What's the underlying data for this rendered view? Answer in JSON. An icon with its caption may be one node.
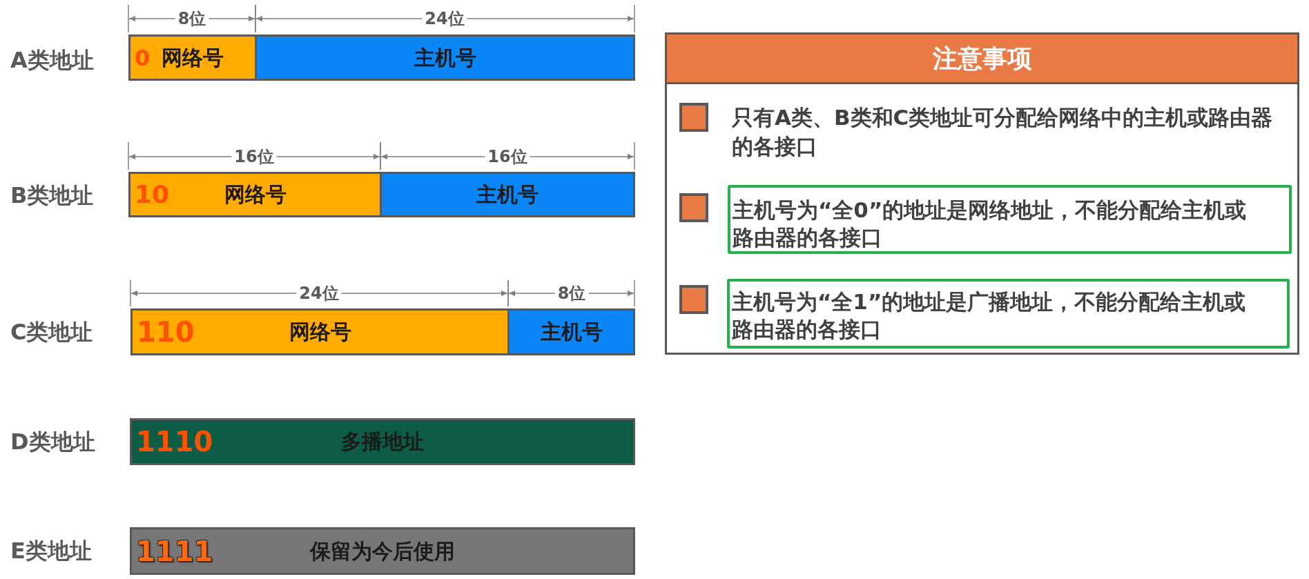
{
  "diagram": {
    "nodes": [
      {
        "text": [
          "0",
          "网络号"
        ]
      },
      {
        "text": [
          "主机号"
        ]
      },
      {
        "text": [
          "10",
          "网络号"
        ]
      },
      {
        "text": [
          "主机号"
        ]
      },
      {
        "text": [
          "110",
          "网络号"
        ]
      },
      {
        "text": [
          "主机号"
        ]
      },
      {
        "text": [
          "1110",
          "多播地址"
        ]
      },
      {
        "text": [
          "1111",
          "保留为今后使用"
        ]
      },
      {
        "text": [
          "注意事项",
          "只有A类、B类和C类地址可分配给网络中的主机或路由器的各接口"
        ]
      },
      {
        "text": [
          "主机号为“全0”的地址是网络地址，不能分配给主机或路由器的各接口"
        ],
        "in": 8
      },
      {
        "text": [
          "主机号为“全1”的地址是广播地址，不能分配给主机或路由器的各接口"
        ],
        "in": 8
      }
    ],
    "labels": [
      "8位",
      "24位",
      "A类地址",
      "16位",
      "16位",
      "B类地址",
      "24位",
      "8位",
      "C类地址",
      "D类地址",
      "E类地址"
    ]
  }
}
